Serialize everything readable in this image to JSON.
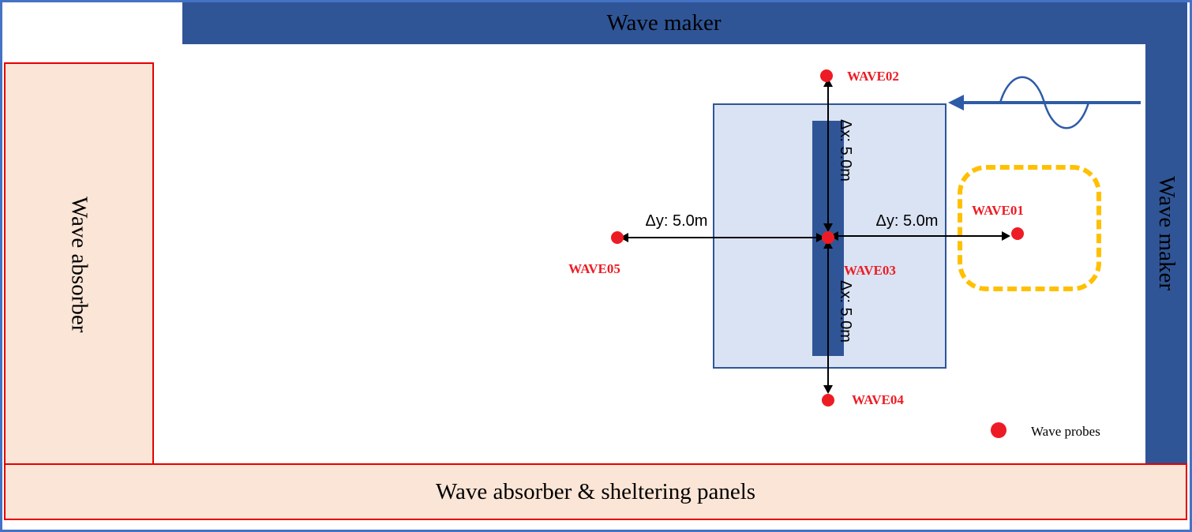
{
  "walls": {
    "top_wavemaker": "Wave maker",
    "right_wavemaker": "Wave maker",
    "left_absorber": "Wave absorber",
    "bottom_absorber": "Wave absorber & sheltering panels"
  },
  "probes": [
    {
      "id": "WAVE01",
      "label": "WAVE01"
    },
    {
      "id": "WAVE02",
      "label": "WAVE02"
    },
    {
      "id": "WAVE03",
      "label": "WAVE03"
    },
    {
      "id": "WAVE04",
      "label": "WAVE04"
    },
    {
      "id": "WAVE05",
      "label": "WAVE05"
    }
  ],
  "dimensions": {
    "dx_up": "Δx: 5.0m",
    "dx_down": "Δx: 5.0m",
    "dy_left": "Δy: 5.0m",
    "dy_right": "Δy: 5.0m"
  },
  "legend": {
    "wave_probes": "Wave probes"
  },
  "icons": {
    "incident_wave": "sine-wave-left-arrow"
  },
  "colors": {
    "wavemaker_blue": "#2F5597",
    "panel_light_blue": "#DAE3F3",
    "absorber_peach": "#FBE5D6",
    "absorber_border_red": "#E60000",
    "probe_red": "#ED1C24",
    "highlight_orange": "#FFC000",
    "outer_border_blue": "#4472C4",
    "wave_arrow_blue": "#2E5BA8"
  }
}
